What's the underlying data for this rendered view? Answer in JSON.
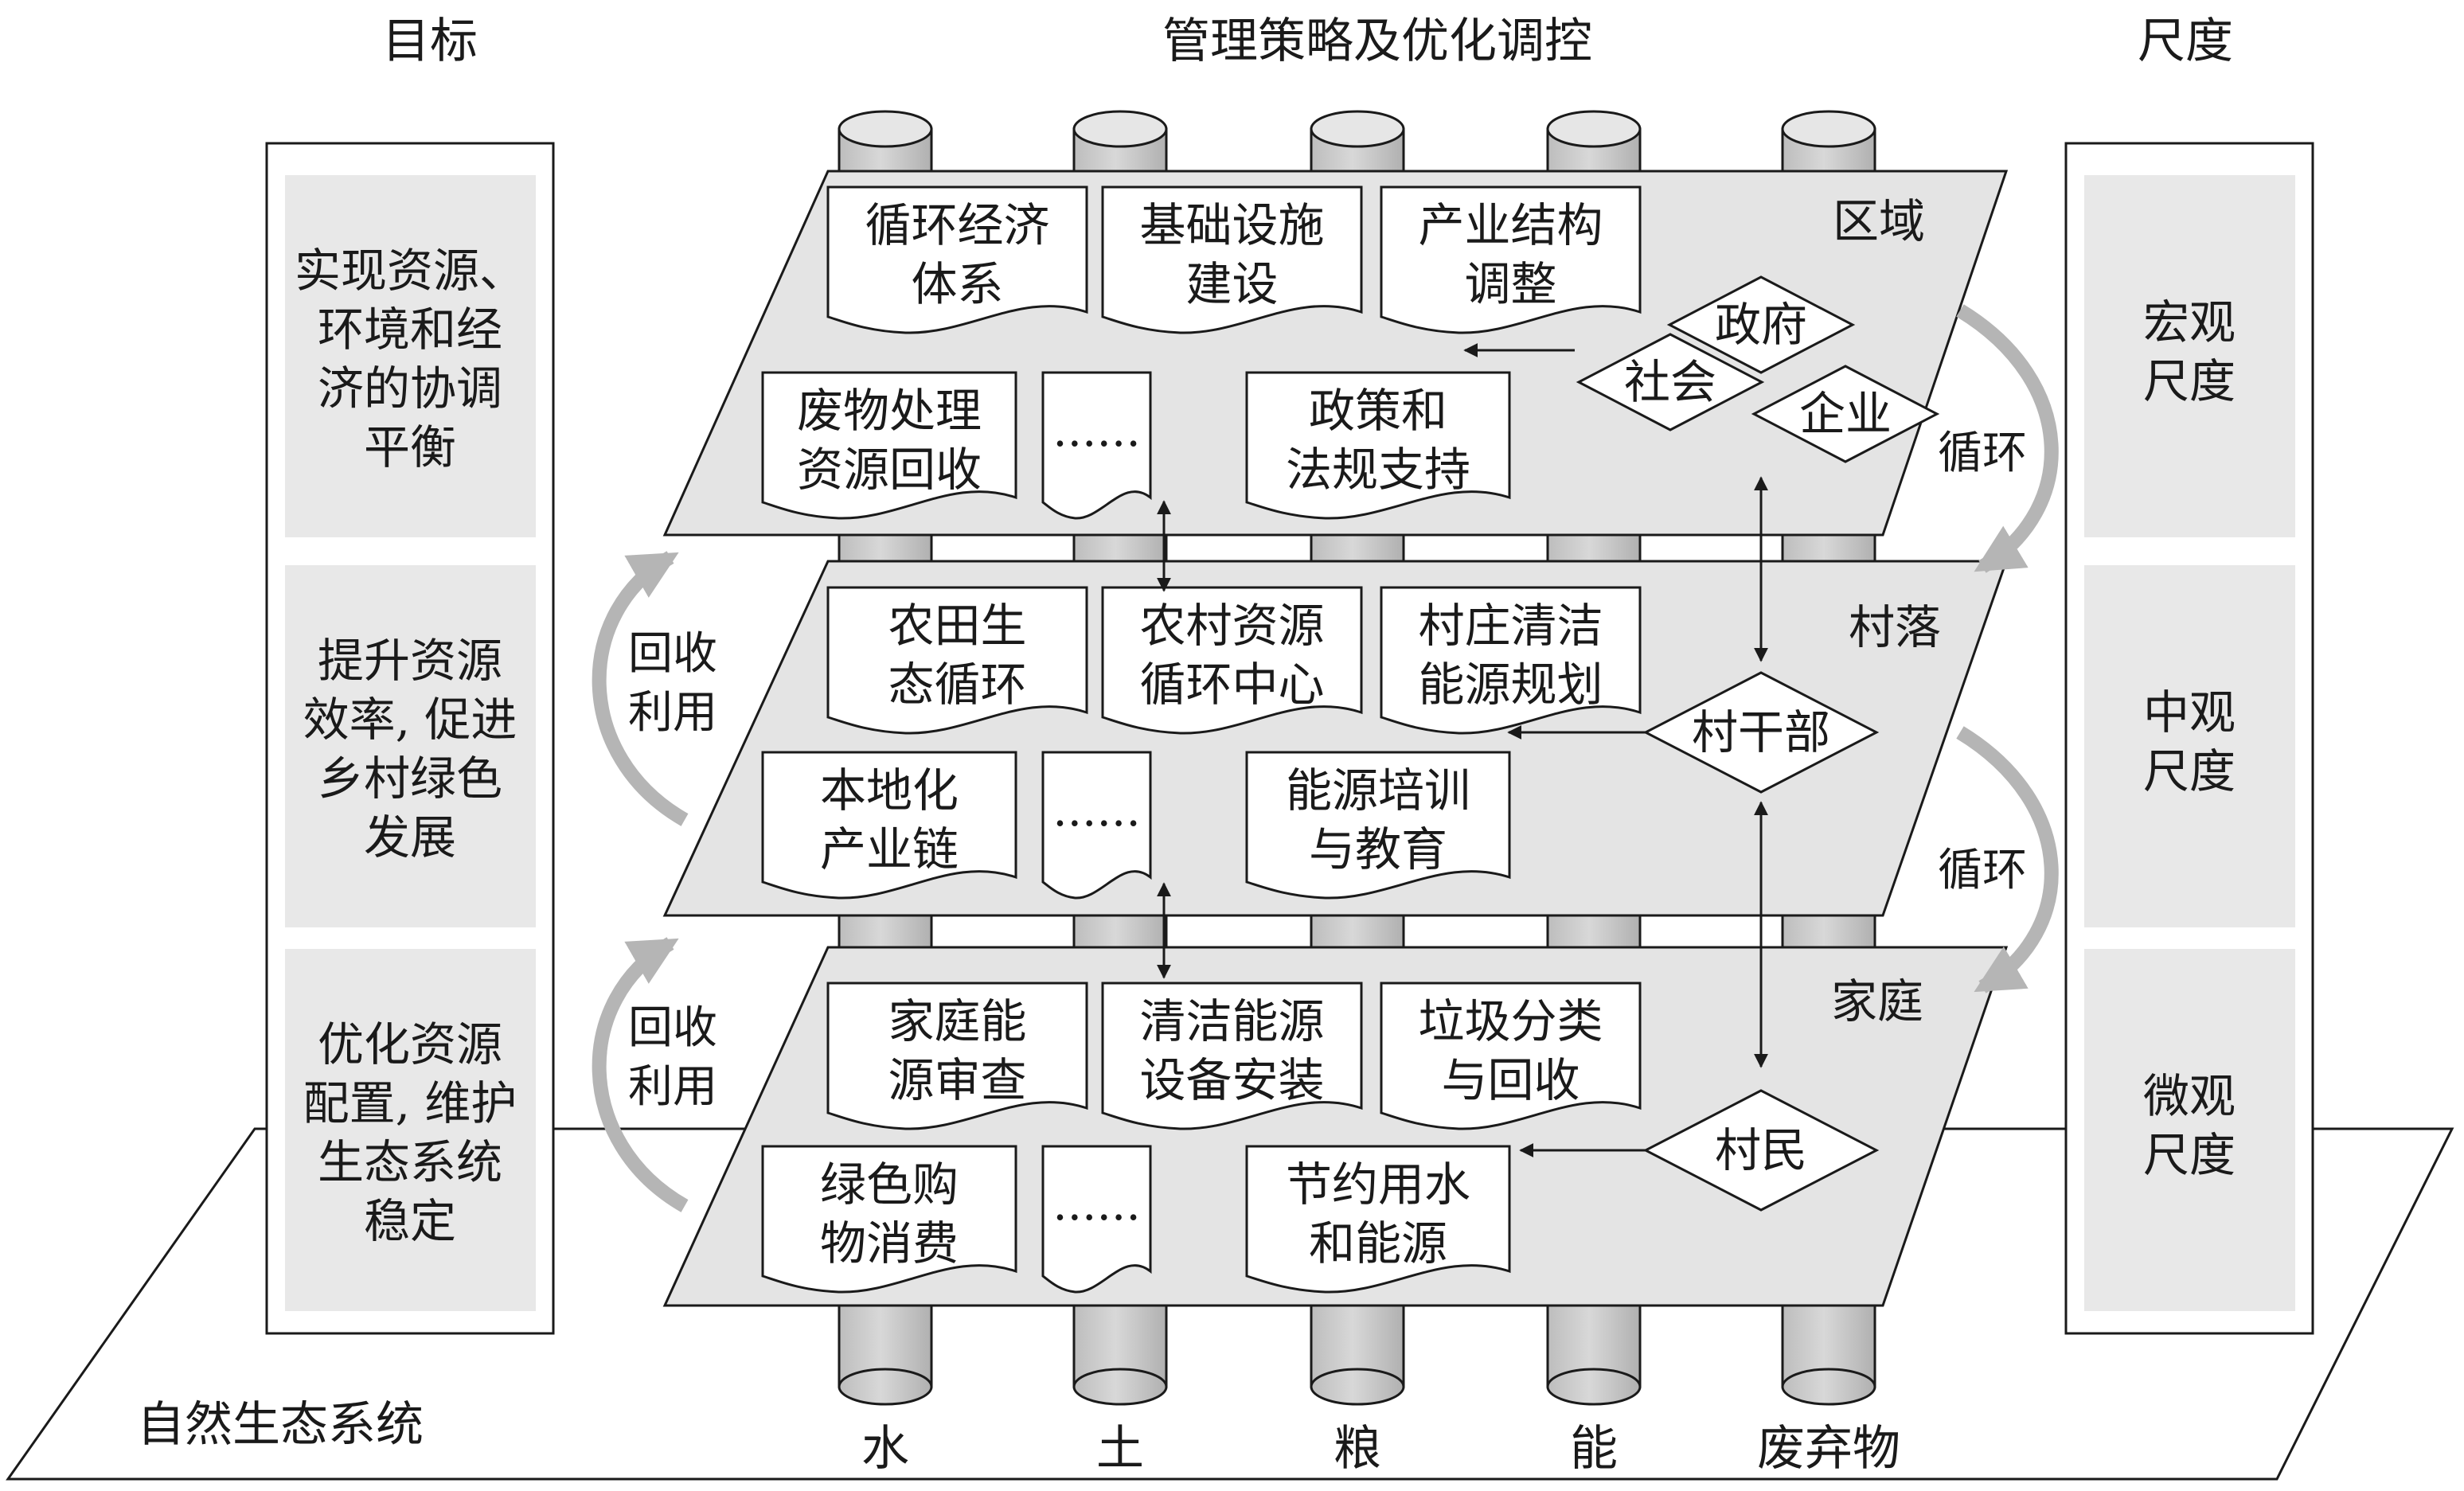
{
  "headers": {
    "goal": "目标",
    "strategy": "管理策略及优化调控",
    "scale": "尺度"
  },
  "goals": [
    [
      "实现资源、",
      "环境和经",
      "济的协调",
      "平衡"
    ],
    [
      "提升资源",
      "效率, 促进",
      "乡村绿色",
      "发展"
    ],
    [
      "优化资源",
      "配置, 维护",
      "生态系统",
      "稳定"
    ]
  ],
  "scales": [
    [
      "宏观",
      "尺度"
    ],
    [
      "中观",
      "尺度"
    ],
    [
      "微观",
      "尺度"
    ]
  ],
  "layers": [
    {
      "level": "区域",
      "boxes": [
        [
          "循环经济",
          "体系"
        ],
        [
          "基础设施",
          "建设"
        ],
        [
          "产业结构",
          "调整"
        ],
        [
          "废物处理",
          "资源回收"
        ],
        [
          "......"
        ],
        [
          "政策和",
          "法规支持"
        ]
      ],
      "actors": [
        "政府",
        "社会",
        "企业"
      ]
    },
    {
      "level": "村落",
      "boxes": [
        [
          "农田生",
          "态循环"
        ],
        [
          "农村资源",
          "循环中心"
        ],
        [
          "村庄清洁",
          "能源规划"
        ],
        [
          "本地化",
          "产业链"
        ],
        [
          "......"
        ],
        [
          "能源培训",
          "与教育"
        ]
      ],
      "actors": [
        "村干部"
      ]
    },
    {
      "level": "家庭",
      "boxes": [
        [
          "家庭能",
          "源审查"
        ],
        [
          "清洁能源",
          "设备安装"
        ],
        [
          "垃圾分类",
          "与回收"
        ],
        [
          "绿色购",
          "物消费"
        ],
        [
          "......"
        ],
        [
          "节约用水",
          "和能源"
        ]
      ],
      "actors": [
        "村民"
      ]
    }
  ],
  "cycle_labels": [
    "循环",
    "循环"
  ],
  "recycle_labels": [
    [
      "回收",
      "利用"
    ],
    [
      "回收",
      "利用"
    ]
  ],
  "resources": [
    "水",
    "土",
    "粮",
    "能",
    "废弃物"
  ],
  "base_label": "自然生态系统",
  "colors": {
    "panel_fill": "#e8e8e8",
    "layer_fill": "#e4e4e4",
    "cylinder_fill": "#cccccc",
    "stroke": "#1a1a1a",
    "arrow_gray": "#b5b5b5"
  }
}
